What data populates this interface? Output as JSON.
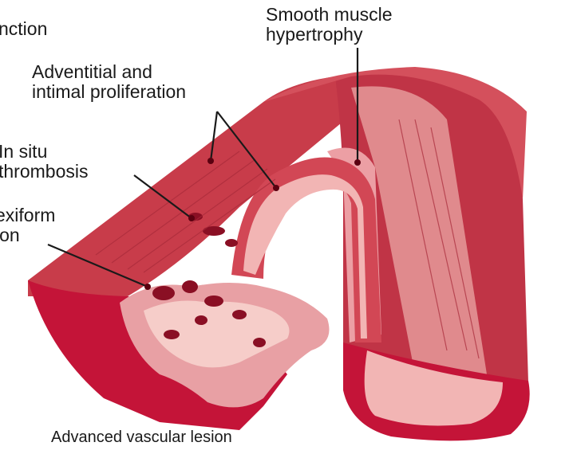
{
  "labels": {
    "partial_top": "nction",
    "smooth_muscle": [
      "Smooth muscle",
      "hypertrophy"
    ],
    "adventitial": [
      "Adventitial and",
      "intimal proliferation"
    ],
    "in_situ": [
      "In situ",
      "thrombosis"
    ],
    "plexiform": [
      "exiform",
      "ion"
    ]
  },
  "caption": "Advanced vascular lesion",
  "colors": {
    "outer_wall": "#c83c4a",
    "cut_face": "#c41438",
    "pale_tissue": "#f2b5b4",
    "lumen": "#f6cdc9",
    "dark_spot": "#8a0f24",
    "leader": "#1a1a1a"
  }
}
